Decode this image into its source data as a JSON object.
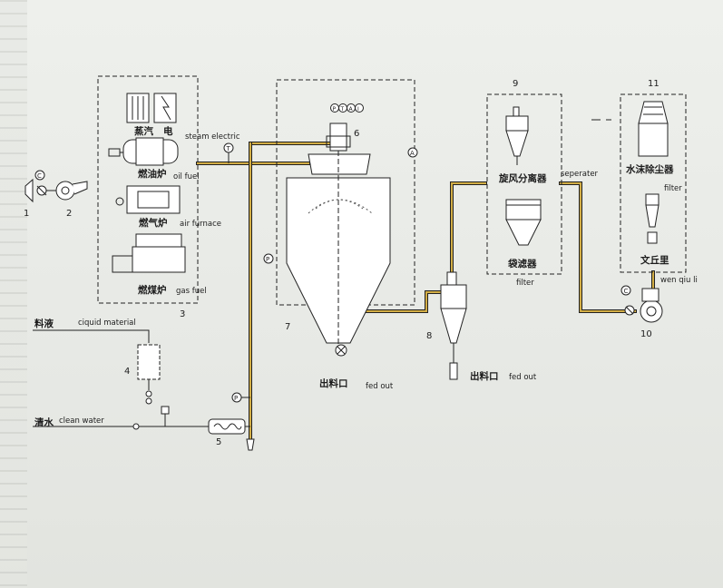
{
  "colors": {
    "pipe_yellow": "#c9a33a",
    "line": "#1e1e1e",
    "background": "#eceee9"
  },
  "nodes": {
    "n1": "1",
    "n2": "2",
    "n3": "3",
    "n4": "4",
    "n5": "5",
    "n6": "6",
    "n7": "7",
    "n8": "8",
    "n9": "9",
    "n10": "10",
    "n11": "11"
  },
  "labels": {
    "steam_cn": "蒸汽",
    "electric_cn": "电",
    "steam_electric": "steam electric",
    "oil_cn": "燃油炉",
    "oil_fuel": "oil fuel",
    "gas_cn": "燃气炉",
    "air_furnace": "air furnace",
    "coal_cn": "燃煤炉",
    "gas_fuel": "gas fuel",
    "liquid_cn": "料液",
    "liquid_material": "ciquid material",
    "water_cn": "清水",
    "clean_water": "clean water",
    "outlet_cn_1": "出料口",
    "fed_out_1": "fed out",
    "outlet_cn_2": "出料口",
    "fed_out_2": "fed out",
    "cyclone_cn": "旋风分离器",
    "separator": "seperater",
    "bag_filter_cn": "袋滤器",
    "filter_1": "filter",
    "scrubber_cn": "水沫除尘器",
    "filter_2": "filter",
    "venturi_cn": "文丘里",
    "wen_qiu_li": "wen qiu li"
  },
  "instrument_symbols": {
    "p": "P",
    "t": "T",
    "a": "A",
    "i": "I",
    "c": "C"
  }
}
